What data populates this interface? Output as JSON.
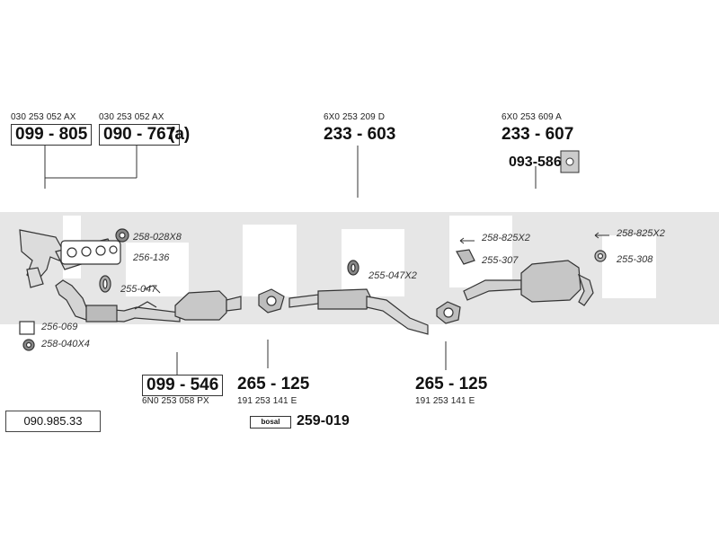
{
  "catalog_number": "090.985.33",
  "brand_logo": "bosal",
  "parts": [
    {
      "oem": "030 253 052 AX",
      "code": "099 - 805"
    },
    {
      "oem": "030 253 052 AX",
      "code": "090 - 767",
      "suffix": "(a)"
    },
    {
      "oem": "6X0 253 209 D",
      "code": "233 - 603"
    },
    {
      "oem": "6X0 253 609 A",
      "code": "233 - 607"
    },
    {
      "code": "093-586"
    },
    {
      "oem": "6N0 253 058 PX",
      "code": "099 - 546"
    },
    {
      "oem": "191 253 141 E",
      "code": "265 - 125"
    },
    {
      "oem": "191 253 141 E",
      "code": "265 - 125"
    },
    {
      "code": "259-019"
    }
  ],
  "callouts": [
    "258-028X8",
    "256-136",
    "255-047",
    "256-069",
    "258-040X4",
    "255-047X2",
    "258-825X2",
    "255-307",
    "258-825X2",
    "255-308"
  ]
}
